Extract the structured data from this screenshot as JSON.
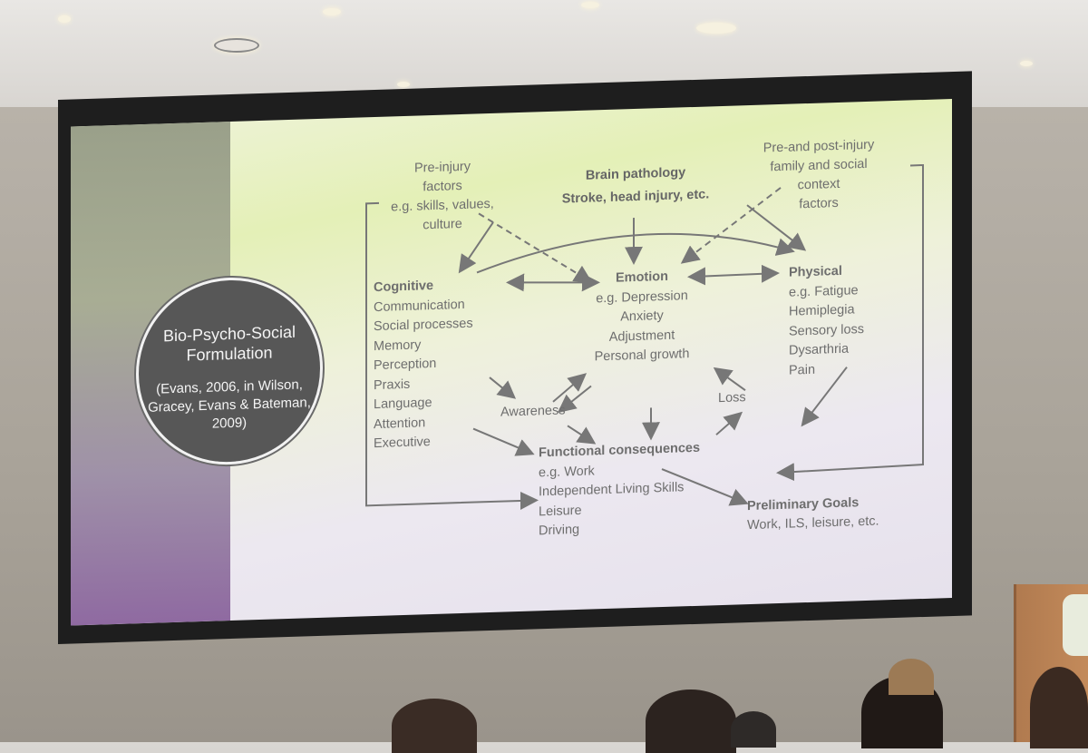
{
  "slide": {
    "circle": {
      "title": "Bio-Psycho-Social Formulation",
      "citation": "(Evans, 2006, in Wilson, Gracey, Evans & Bateman, 2009)"
    },
    "pre_injury": [
      "Pre-injury",
      "factors",
      "e.g. skills, values,",
      "culture"
    ],
    "brain_pathology": {
      "title": "Brain pathology",
      "subtitle": "Stroke, head injury, etc."
    },
    "context": [
      "Pre-and post-injury",
      "family and social",
      "context",
      "factors"
    ],
    "cognitive": {
      "title": "Cognitive",
      "items": [
        "Communication",
        "Social processes",
        "Memory",
        "Perception",
        "Praxis",
        "Language",
        "Attention",
        "Executive"
      ]
    },
    "emotion": {
      "title": "Emotion",
      "items": [
        "e.g. Depression",
        "Anxiety",
        "Adjustment",
        "Personal growth"
      ]
    },
    "physical": {
      "title": "Physical",
      "items": [
        "e.g. Fatigue",
        "Hemiplegia",
        "Sensory loss",
        "Dysarthria",
        "Pain"
      ]
    },
    "awareness": "Awareness",
    "loss": "Loss",
    "functional": {
      "title": "Functional consequences",
      "items": [
        "e.g. Work",
        "Independent Living Skills",
        "Leisure",
        "Driving"
      ]
    },
    "goals": {
      "title": "Preliminary Goals",
      "subtitle": "Work, ILS, leisure, etc."
    }
  },
  "colors": {
    "arrow": "#777777",
    "text": "#6e6e6e",
    "circle": "#575757"
  }
}
